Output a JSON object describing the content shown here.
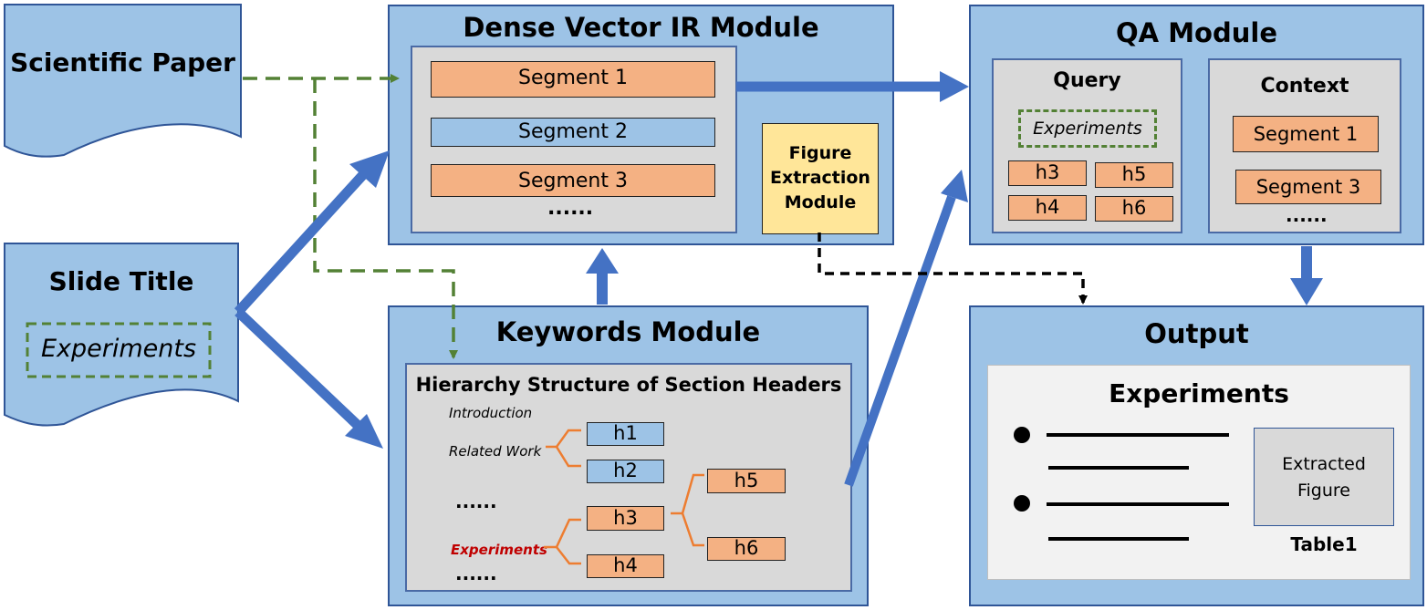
{
  "inputs": {
    "scientific_paper": "Scientific Paper",
    "slide_title": "Slide Title",
    "slide_keyword": "Experiments"
  },
  "dense_ir": {
    "title": "Dense Vector IR Module",
    "segments": [
      "Segment 1",
      "Segment  2",
      "Segment 3"
    ],
    "ellipsis": "......",
    "figure_module": [
      "Figure",
      "Extraction",
      "Module"
    ]
  },
  "qa": {
    "title": "QA Module",
    "query_label": "Query",
    "query_keyword": "Experiments",
    "headers": [
      "h3",
      "h5",
      "h4",
      "h6"
    ],
    "context_label": "Context",
    "context_segments": [
      "Segment 1",
      "Segment 3"
    ],
    "ellipsis": "......"
  },
  "keywords": {
    "title": "Keywords Module",
    "hierarchy_title": "Hierarchy Structure of Section Headers",
    "sections": [
      "Introduction",
      "Related Work",
      "......",
      "Experiments",
      "......"
    ],
    "headers": [
      "h1",
      "h2",
      "h3",
      "h4",
      "h5",
      "h6"
    ]
  },
  "output": {
    "title": "Output",
    "slide_title": "Experiments",
    "figure_label": [
      "Extracted",
      "Figure"
    ],
    "caption": "Table1"
  },
  "colors": {
    "module_fill": "#9dc3e6",
    "segment_orange": "#f4b183",
    "figure_yellow": "#ffe699",
    "arrow_blue": "#4472c4",
    "dashed_green": "#538135",
    "experiments_red": "#c00000"
  }
}
